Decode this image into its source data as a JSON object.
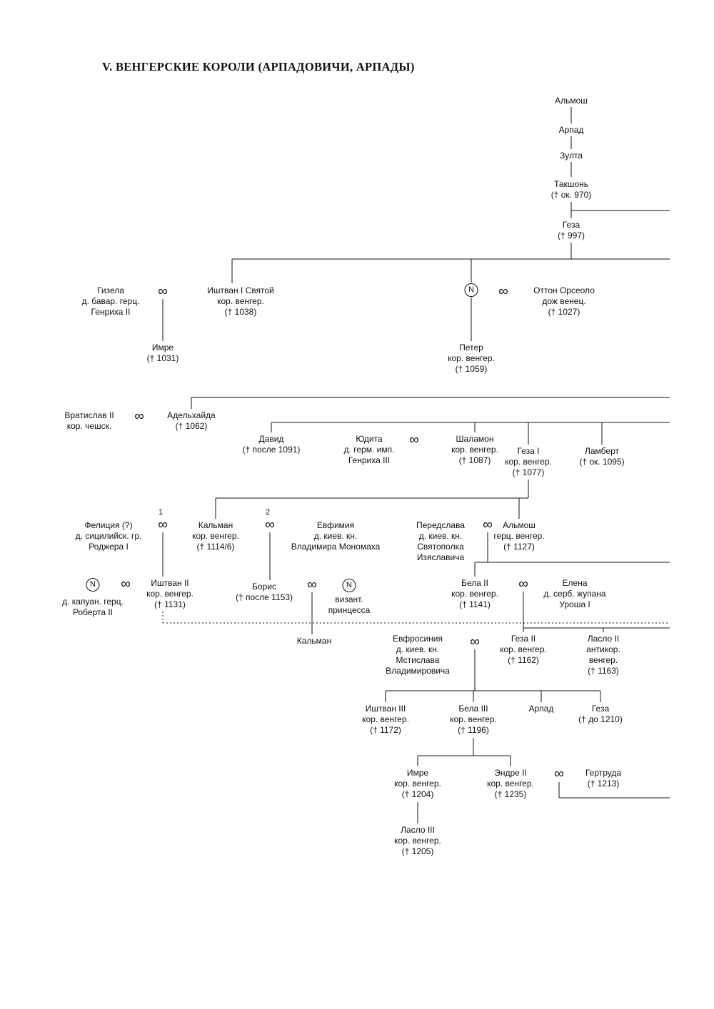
{
  "title": "V. ВЕНГЕРСКИЕ КОРОЛИ (АРПАДОВИЧИ, АРПАДЫ)",
  "symbols": {
    "marriage": "∞",
    "unknown_person": "N"
  },
  "marriage_numbers": {
    "first": "1",
    "second": "2"
  },
  "persons": {
    "almos_ancestor": "Альмош",
    "arpad_ancestor": "Арпад",
    "zulta": "Зулта",
    "takshon": "Такшонь\n(† ок. 970)",
    "geza_grand_prince": "Геза\n(† 997)",
    "gizela": "Гизела\nд. бавар. герц.\nГенриха II",
    "istvan_i": "Иштван I Святой\nкор. венгер.\n(† 1038)",
    "otton_orseolo": "Оттон Орсеоло\nдож венец.\n(† 1027)",
    "imre_i": "Имре\n(† 1031)",
    "peter": "Петер\nкор. венгер.\n(† 1059)",
    "vratislav_ii": "Вратислав II\nкор. чешск.",
    "adelhaida": "Адельхайда\n(† 1062)",
    "david": "Давид\n(† после 1091)",
    "yudita": "Юдита\nд. герм. имп.\nГенриха III",
    "shalamon": "Шаламон\nкор. венгер.\n(† 1087)",
    "geza_i": "Геза I\nкор. венгер.\n(† 1077)",
    "lambert": "Ламберт\n(† ок. 1095)",
    "felicia": "Фелиция (?)\nд. сицилийск. гр.\nРоджера I",
    "kalman_king": "Кальман\nкор. венгер.\n(† 1114/6)",
    "evfimia": "Евфимия\nд. киев. кн.\nВладимира Мономаха",
    "peredslava": "Передслава\nд. киев. кн.\nСвятополка\nИзяславича",
    "almos_duke": "Альмош\nгерц. венгер.\n(† 1127)",
    "kapuan_wife": "д. капуан. герц.\nРоберта II",
    "istvan_ii": "Иштван II\nкор. венгер.\n(† 1131)",
    "boris": "Борис\n(† после 1153)",
    "vizant_princess": "визант.\nпринцесса",
    "bela_ii": "Бела II\nкор. венгер.\n(† 1141)",
    "elena": "Елена\nд. серб. жупана\nУроша I",
    "kalman_son": "Кальман",
    "evfrosinia": "Евфросиния\nд. киев. кн.\nМстислава\nВладимировича",
    "geza_ii": "Геза II\nкор. венгер.\n(† 1162)",
    "laslo_ii": "Ласло II\nантикор.\nвенгер.\n(† 1163)",
    "istvan_iii": "Иштван III\nкор. венгер.\n(† 1172)",
    "bela_iii": "Бела III\nкор. венгер.\n(† 1196)",
    "arpad_son": "Арпад",
    "geza_son": "Геза\n(† до 1210)",
    "imre_king": "Имре\nкор. венгер.\n(† 1204)",
    "endre_ii": "Эндре II\nкор. венгер.\n(† 1235)",
    "gertruda": "Гертруда\n(† 1213)",
    "laslo_iii": "Ласло III\nкор. венгер.\n(† 1205)"
  }
}
